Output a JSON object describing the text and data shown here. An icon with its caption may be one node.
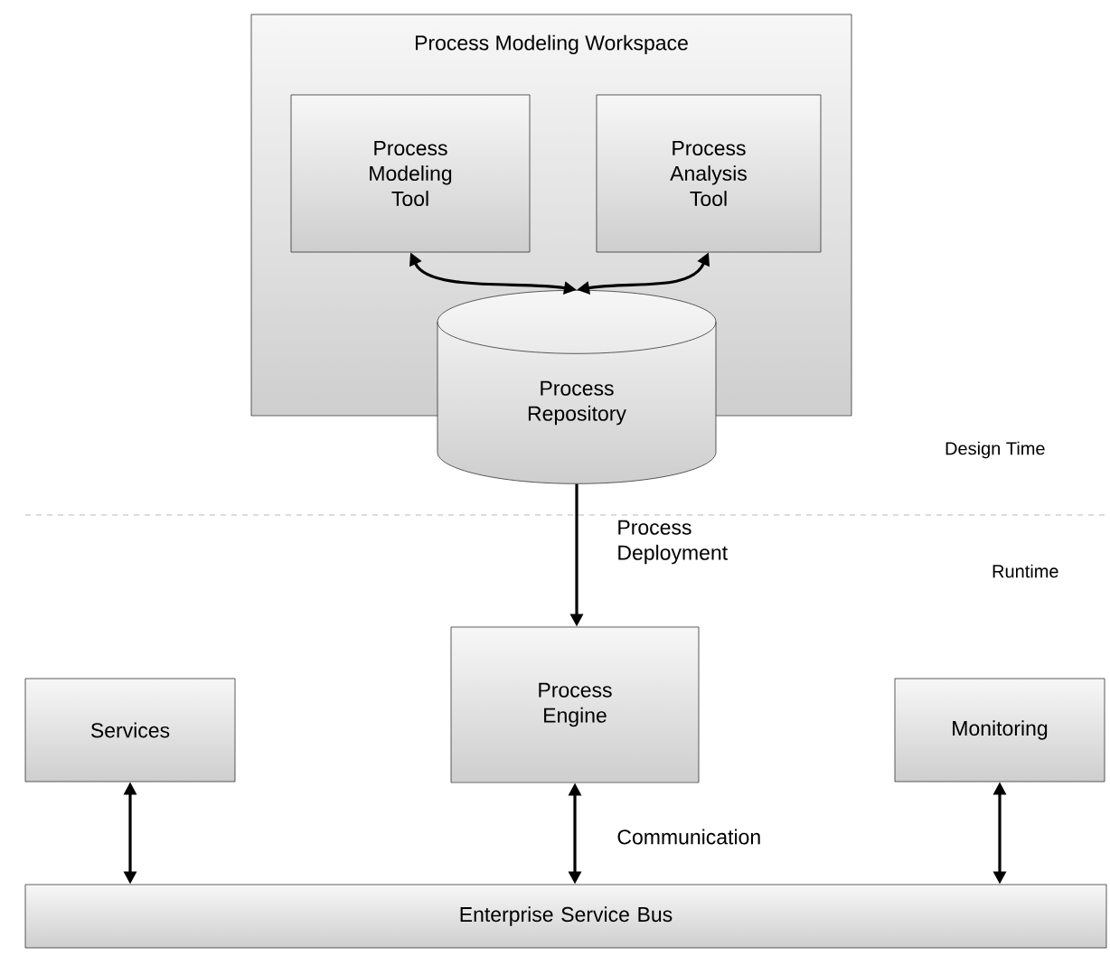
{
  "diagram": {
    "nodes": [
      {
        "text": [
          "Process Modeling Workspace"
        ]
      },
      {
        "text": [
          "Process Modeling Tool"
        ],
        "in": 0
      },
      {
        "text": [
          "Process Analysis Tool"
        ],
        "in": 0
      },
      {
        "text": [
          "Process Repository"
        ]
      },
      {
        "text": [
          "Process Engine"
        ]
      },
      {
        "text": [
          "Services"
        ]
      },
      {
        "text": [
          "Monitoring"
        ]
      },
      {
        "text": [
          "Enterprise Service Bus"
        ]
      }
    ],
    "edges": [
      {
        "from": 1,
        "to": 3,
        "arrow": "both"
      },
      {
        "from": 2,
        "to": 3,
        "arrow": "both"
      },
      {
        "from": 3,
        "to": 4,
        "arrow": "to",
        "label": "Process Deployment"
      },
      {
        "from": 5,
        "to": 7,
        "arrow": "both"
      },
      {
        "from": 4,
        "to": 7,
        "arrow": "both",
        "label": "Communication"
      },
      {
        "from": 6,
        "to": 7,
        "arrow": "both"
      }
    ],
    "labels": [
      "Design Time",
      "Runtime"
    ]
  }
}
